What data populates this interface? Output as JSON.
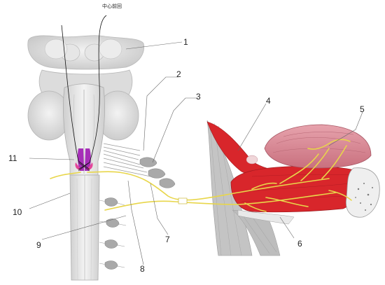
{
  "diagram": {
    "top_label": "中心前回",
    "labels": [
      "1",
      "2",
      "3",
      "4",
      "5",
      "6",
      "7",
      "8",
      "9",
      "10",
      "11"
    ]
  },
  "colors": {
    "nerve": "#e8d64a",
    "muscle": "#d8262b",
    "tongue_surface": "#d9808c",
    "nucleus": "#a62fb8",
    "brainstem": "#e2e2e2"
  }
}
